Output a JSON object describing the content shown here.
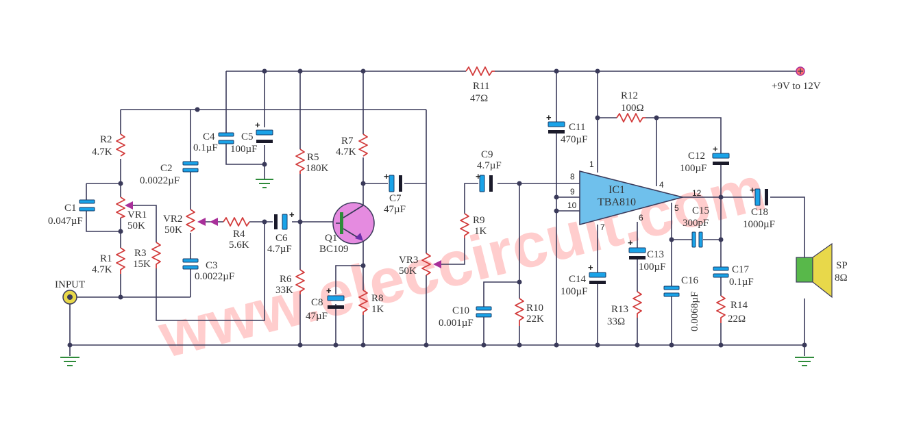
{
  "colors": {
    "wire": "#3a3a5a",
    "resistor": "#d23a3a",
    "capacitor": "#1aa3e8",
    "ic": "#6fc0ec",
    "ground": "#2e8b3a",
    "watermark": "#ff6f6f",
    "speaker_magnet": "#58b84a",
    "speaker_cone": "#e8d84a"
  },
  "watermark": "www.eleccircuit.com",
  "supply": {
    "label": "+9V to 12V"
  },
  "input": {
    "label": "INPUT"
  },
  "ic": {
    "name": "IC1",
    "part": "TBA810",
    "pins": [
      "8",
      "9",
      "10",
      "1",
      "4",
      "12",
      "5",
      "6",
      "7"
    ]
  },
  "transistor": {
    "name": "Q1",
    "part": "BC109"
  },
  "speaker": {
    "name": "SP",
    "value": "8Ω"
  },
  "components": {
    "R1": {
      "name": "R1",
      "value": "4.7K"
    },
    "R2": {
      "name": "R2",
      "value": "4.7K"
    },
    "R3": {
      "name": "R3",
      "value": "15K"
    },
    "R4": {
      "name": "R4",
      "value": "5.6K"
    },
    "R5": {
      "name": "R5",
      "value": "180K"
    },
    "R6": {
      "name": "R6",
      "value": "33K"
    },
    "R7": {
      "name": "R7",
      "value": "4.7K"
    },
    "R8": {
      "name": "R8",
      "value": "1K"
    },
    "R9": {
      "name": "R9",
      "value": "1K"
    },
    "R10": {
      "name": "R10",
      "value": "22K"
    },
    "R11": {
      "name": "R11",
      "value": "47Ω"
    },
    "R12": {
      "name": "R12",
      "value": "100Ω"
    },
    "R13": {
      "name": "R13",
      "value": "33Ω"
    },
    "R14": {
      "name": "R14",
      "value": "22Ω"
    },
    "VR1": {
      "name": "VR1",
      "value": "50K"
    },
    "VR2": {
      "name": "VR2",
      "value": "50K"
    },
    "VR3": {
      "name": "VR3",
      "value": "50K"
    },
    "C1": {
      "name": "C1",
      "value": "0.047µF"
    },
    "C2": {
      "name": "C2",
      "value": "0.0022µF"
    },
    "C3": {
      "name": "C3",
      "value": "0.0022µF"
    },
    "C4": {
      "name": "C4",
      "value": "0.1µF"
    },
    "C5": {
      "name": "C5",
      "value": "100µF"
    },
    "C6": {
      "name": "C6",
      "value": "4.7µF"
    },
    "C7": {
      "name": "C7",
      "value": "47µF"
    },
    "C8": {
      "name": "C8",
      "value": "47µF"
    },
    "C9": {
      "name": "C9",
      "value": "4.7µF"
    },
    "C10": {
      "name": "C10",
      "value": "0.001µF"
    },
    "C11": {
      "name": "C11",
      "value": "470µF"
    },
    "C12": {
      "name": "C12",
      "value": "100µF"
    },
    "C13": {
      "name": "C13",
      "value": "100µF"
    },
    "C14": {
      "name": "C14",
      "value": "100µF"
    },
    "C15": {
      "name": "C15",
      "value": "300pF"
    },
    "C16": {
      "name": "C16",
      "value": "0.0068µF"
    },
    "C17": {
      "name": "C17",
      "value": "0.1µF"
    },
    "C18": {
      "name": "C18",
      "value": "1000µF"
    }
  }
}
